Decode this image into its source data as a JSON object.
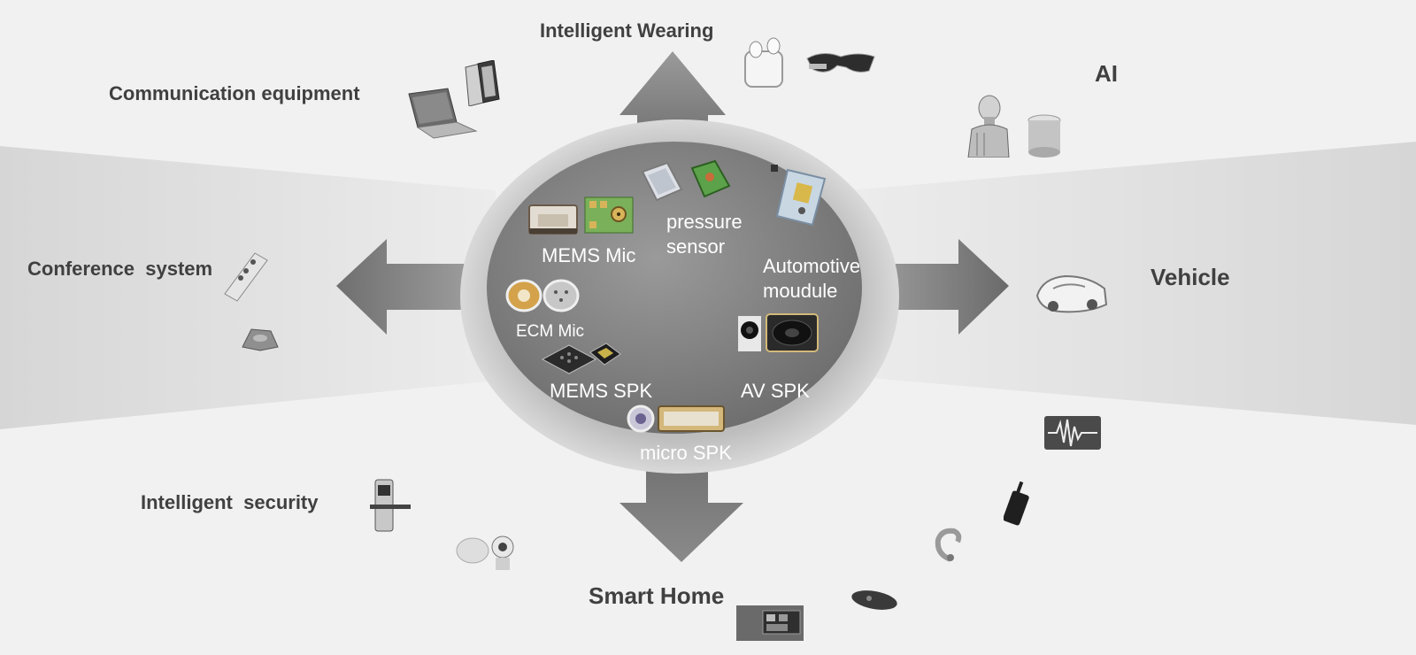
{
  "categories": {
    "intelligent_wearing": "Intelligent Wearing",
    "communication_equipment": "Communication equipment",
    "ai": "AI",
    "conference_system": "Conference  system",
    "vehicle": "Vehicle",
    "intelligent_security": "Intelligent  security",
    "smart_home": "Smart Home"
  },
  "products": {
    "mems_mic": "MEMS Mic",
    "pressure_sensor": "pressure\nsensor",
    "automotive_module": "Automotive\nmoudule",
    "ecm_mic": "ECM Mic",
    "mems_spk": "MEMS SPK",
    "av_spk": "AV SPK",
    "micro_spk": "micro SPK"
  },
  "colors": {
    "background": "#f1f1f1",
    "label_text": "#404040",
    "inner_text": "#ffffff"
  }
}
